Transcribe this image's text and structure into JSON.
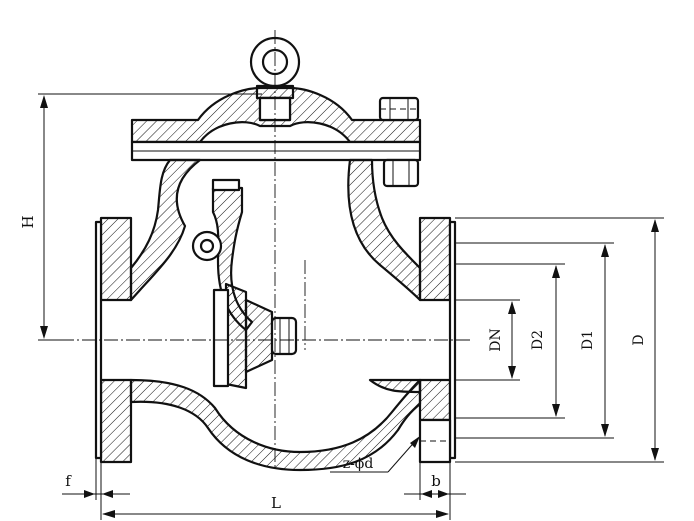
{
  "diagram": {
    "labels": {
      "H": "H",
      "DN": "DN",
      "D2": "D2",
      "D1": "D1",
      "D": "D",
      "L": "L",
      "f": "f",
      "b": "b",
      "holes": "z-ϕd"
    }
  }
}
